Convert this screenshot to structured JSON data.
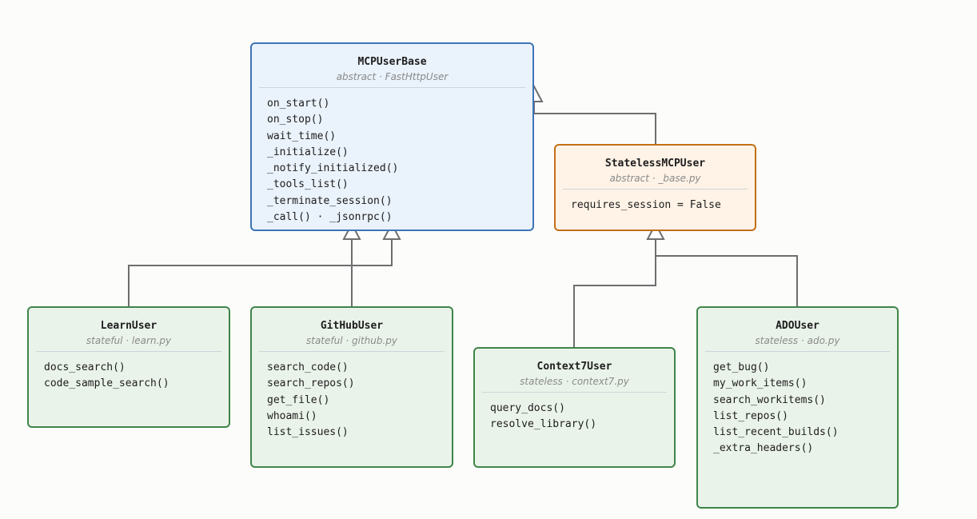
{
  "diagram": {
    "classes": [
      {
        "id": "mcp-user-base",
        "name": "MCPUserBase",
        "subtitle": "abstract · FastHttpUser",
        "members": [
          "on_start()",
          "on_stop()",
          "wait_time()",
          "_initialize()",
          "_notify_initialized()",
          "_tools_list()",
          "_terminate_session()",
          "_call() · _jsonrpc()"
        ]
      },
      {
        "id": "stateless-mcp-user",
        "name": "StatelessMCPUser",
        "subtitle": "abstract · _base.py",
        "members": [
          "requires_session = False"
        ]
      },
      {
        "id": "learn-user",
        "name": "LearnUser",
        "subtitle": "stateful · learn.py",
        "members": [
          "docs_search()",
          "code_sample_search()"
        ]
      },
      {
        "id": "github-user",
        "name": "GitHubUser",
        "subtitle": "stateful · github.py",
        "members": [
          "search_code()",
          "search_repos()",
          "get_file()",
          "whoami()",
          "list_issues()"
        ]
      },
      {
        "id": "context7-user",
        "name": "Context7User",
        "subtitle": "stateless · context7.py",
        "members": [
          "query_docs()",
          "resolve_library()"
        ]
      },
      {
        "id": "ado-user",
        "name": "ADOUser",
        "subtitle": "stateless · ado.py",
        "members": [
          "get_bug()",
          "my_work_items()",
          "search_workitems()",
          "list_repos()",
          "list_recent_builds()",
          "_extra_headers()"
        ]
      }
    ],
    "inheritance": [
      {
        "child": "stateless-mcp-user",
        "parent": "mcp-user-base"
      },
      {
        "child": "learn-user",
        "parent": "mcp-user-base"
      },
      {
        "child": "github-user",
        "parent": "mcp-user-base"
      },
      {
        "child": "context7-user",
        "parent": "stateless-mcp-user"
      },
      {
        "child": "ado-user",
        "parent": "stateless-mcp-user"
      }
    ],
    "colors": {
      "base_border": "#3d74b6",
      "base_fill": "#eaf2fb",
      "stateless_border": "#c36e16",
      "stateless_fill": "#fef3e6",
      "concrete_border": "#3f8548",
      "concrete_fill": "#eaf3ea",
      "connector": "#6e6e6e"
    }
  }
}
